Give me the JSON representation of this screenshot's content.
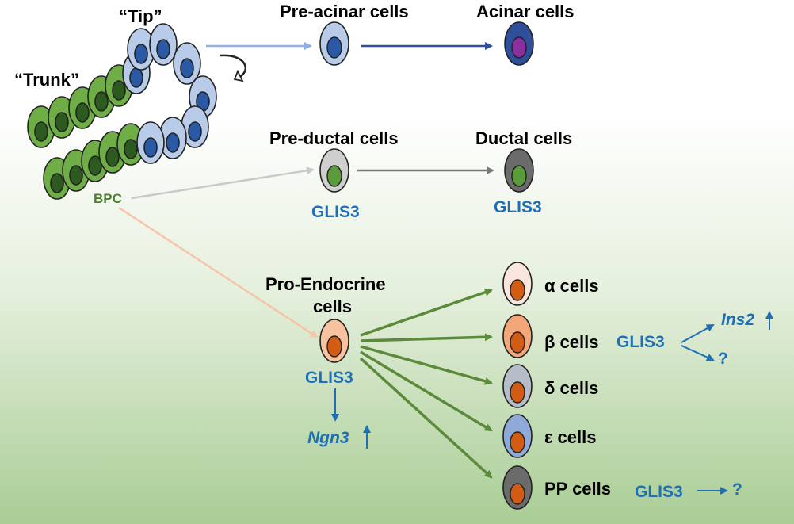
{
  "labels": {
    "tip": "“Tip”",
    "trunk": "“Trunk”",
    "bpc": "BPC",
    "pre_acinar": "Pre-acinar cells",
    "acinar": "Acinar cells",
    "pre_ductal": "Pre-ductal cells",
    "ductal": "Ductal cells",
    "glis3": "GLIS3",
    "pro_endocrine_1": "Pro-Endocrine",
    "pro_endocrine_2": "cells",
    "ngn3": "Ngn3",
    "alpha": "α cells",
    "beta": "β cells",
    "delta": "δ cells",
    "epsilon": "ε cells",
    "pp": "PP cells",
    "ins2": "Ins2",
    "unknown": "?"
  },
  "colors": {
    "trunk_cell": "#6fad47",
    "trunk_nucleus": "#2d5a1f",
    "tip_cell": "#b8cbe9",
    "tip_nucleus": "#2a5aa6",
    "acinar_cell": "#2f4f9a",
    "acinar_nucleus": "#8a2fa0",
    "preductal_cell": "#cfcfcf",
    "ductal_cell": "#6b6b6b",
    "ductal_nucleus": "#5a9b3a",
    "endocrine_nucleus": "#d35c14",
    "alpha_cell": "#f9e6dc",
    "beta_cell": "#f3a679",
    "delta_cell": "#b7bcc9",
    "epsilon_cell": "#8fa9d8",
    "pp_cell": "#6b6b6b",
    "pro_endocrine_cell": "#f7c2a0",
    "glis3_text": "#1f6fb5",
    "arrow_green": "#5a8a3a",
    "arrow_acinar": "#2e4f9a",
    "arrow_tip": "#8fb0e0",
    "arrow_ductal": "#777777",
    "arrow_bpc_ductal": "#c9c9c9",
    "arrow_bpc_endocrine": "#f6c4a6"
  },
  "icons": {
    "loop": "curved-loop-arrow-icon",
    "up": "up-arrow-icon"
  }
}
